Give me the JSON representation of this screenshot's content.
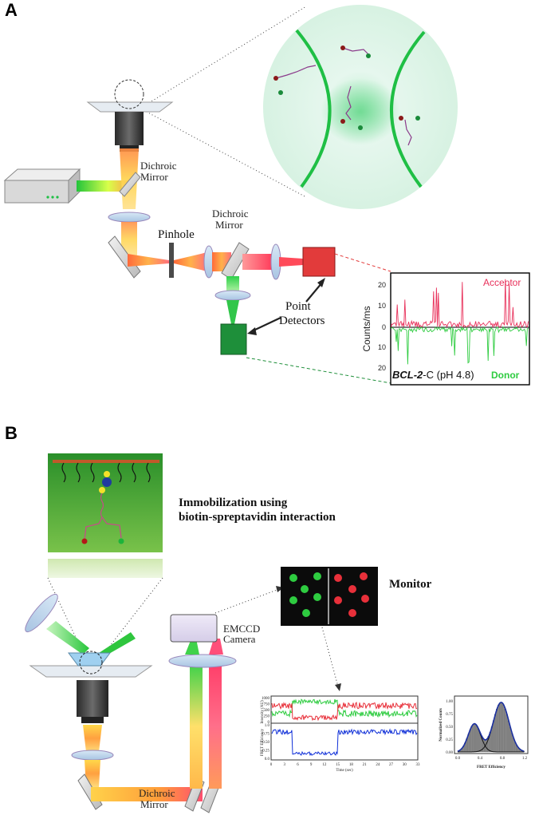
{
  "panel_a": {
    "letter": "A",
    "dichroic_mirror_1": [
      "Dichroic",
      "Mirror"
    ],
    "pinhole": "Pinhole",
    "dichroic_mirror_2": [
      "Dichroic",
      "Mirror"
    ],
    "point_detectors": [
      "Point",
      "Detectors"
    ],
    "trace": {
      "ylabel": "Counts/ms",
      "acceptor_label": "Acceptor",
      "donor_label": "Donor",
      "sample_label_italic": "BCL-2",
      "sample_label_rest": "-C (pH 4.8)",
      "y_ticks": [
        "20",
        "10",
        "0",
        "10",
        "20"
      ]
    }
  },
  "panel_b": {
    "letter": "B",
    "immobilization": [
      "Immobilization using",
      "biotin-spreptavidin interaction"
    ],
    "monitor": "Monitor",
    "emccd": [
      "EMCCD",
      "Camera"
    ],
    "dichroic_mirror": [
      "Dichroic",
      "Mirror"
    ],
    "trace_chart": {
      "ylabel_top": "Intensity (AU)",
      "ylabel_bottom": "FRET Efficiency",
      "xlabel": "Time (sec)",
      "x_ticks": [
        "0",
        "3",
        "6",
        "9",
        "12",
        "15",
        "18",
        "21",
        "24",
        "27",
        "30",
        "33"
      ],
      "y_ticks_top": [
        "1000",
        "750",
        "500",
        "250",
        "0"
      ],
      "y_ticks_bottom": [
        "1.0",
        "0.75",
        "0.50",
        "0.25",
        "0.0"
      ]
    },
    "histogram": {
      "ylabel": "Normalized Counts",
      "xlabel": "FRET Efficiency",
      "x_ticks": [
        "0.0",
        "0.4",
        "0.8",
        "1.2"
      ],
      "y_ticks": [
        "1.00",
        "0.75",
        "0.50",
        "0.25",
        "0.00"
      ]
    }
  }
}
